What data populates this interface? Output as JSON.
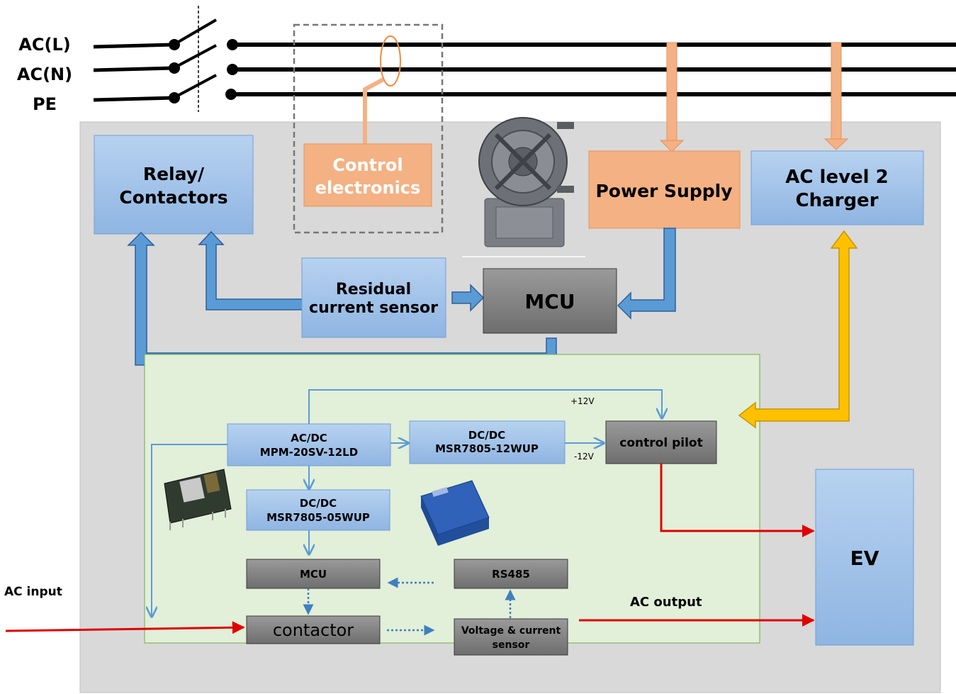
{
  "lines": {
    "ac_l": "AC(L)",
    "ac_n": "AC(N)",
    "pe": "PE"
  },
  "blocks": {
    "relay": [
      "Relay/",
      "Contactors"
    ],
    "control_electronics": [
      "Control",
      "electronics"
    ],
    "power_supply": "Power Supply",
    "charger": [
      "AC level 2",
      "Charger"
    ],
    "rcs": [
      "Residual",
      "current sensor"
    ],
    "mcu_main": "MCU",
    "acdc": [
      "AC/DC",
      "MPM-20SV-12LD"
    ],
    "dcdc_12": [
      "DC/DC",
      "MSR7805-12WUP"
    ],
    "dcdc_05": [
      "DC/DC",
      "MSR7805-05WUP"
    ],
    "control_pilot": "control pilot",
    "mcu_sub": "MCU",
    "rs485": "RS485",
    "contactor": "contactor",
    "vc_sensor": [
      "Voltage & current",
      "sensor"
    ],
    "ev": "EV"
  },
  "annotations": {
    "plus12": "+12V",
    "minus12": "-12V",
    "ac_input": "AC input",
    "ac_output": "AC output"
  },
  "colors": {
    "blue_box": "#a9c9ec",
    "blue_arrow": "#4a86c8",
    "orange": "#f4b183",
    "gold": "#ffc000",
    "gray_box": "#7f7f7f",
    "green_panel": "#e2efd9",
    "gray_panel": "#d9d9d9",
    "red": "#e00000"
  }
}
